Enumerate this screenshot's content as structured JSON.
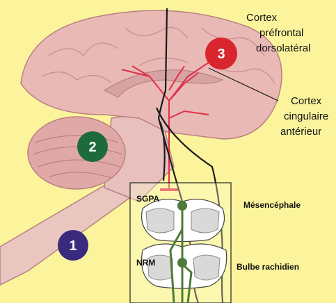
{
  "labels": {
    "cortex_prefrontal_line1": "Cortex",
    "cortex_prefrontal_line2": "préfrontal",
    "cortex_prefrontal_line3": "dorsolatéral",
    "cortex_cingulaire_line1": "Cortex",
    "cortex_cingulaire_line2": "cingulaire",
    "cortex_cingulaire_line3": "antérieur",
    "sgpa": "SGPA",
    "nrm": "NRM",
    "mesencephale": "Mésencéphale",
    "bulbe": "Bulbe rachidien"
  },
  "markers": [
    {
      "number": "1",
      "color": "#3a2a7e"
    },
    {
      "number": "2",
      "color": "#1d6b3a"
    },
    {
      "number": "3",
      "color": "#d9262e"
    }
  ],
  "colors": {
    "background": "#fbf49c",
    "brain": "#e9b9b6",
    "brain_dark": "#c98e8e",
    "pathway_red": "#e0304a",
    "pathway_black": "#1a1a1a",
    "pathway_green": "#4e7a3a"
  }
}
